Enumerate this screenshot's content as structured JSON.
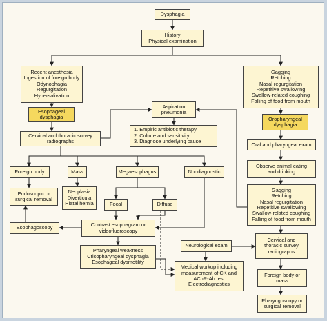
{
  "nodes": {
    "dysphagia": [
      "Dysphagia"
    ],
    "history": [
      "History",
      "Physical examination"
    ],
    "left_signs": [
      "Recent anesthesia",
      "Ingestion of foreign body",
      "Odynophagia",
      "Regurgitation",
      "Hypersalivation"
    ],
    "right_signs": [
      "Gagging",
      "Retching",
      "Nasal regurgitation",
      "Repetitive swallowing",
      "Swallow-related coughing",
      "Falling of food from mouth"
    ],
    "esophageal": [
      "Esophageal",
      "dysphagia"
    ],
    "aspiration": [
      "Aspiration",
      "pneumonia"
    ],
    "aspiration_tx": [
      "1. Empiric antibiotic therapy",
      "2. Culture and sensitivity",
      "3. Diagnose underlying cause"
    ],
    "oropharyngeal": [
      "Oropharyngeal",
      "dysphagia"
    ],
    "cervical_survey": [
      "Cervical and thoracic survey",
      "radiographs"
    ],
    "oral_exam": [
      "Oral and pharyngeal exam"
    ],
    "observe": [
      "Observe animal eating",
      "and drinking"
    ],
    "foreign_body": [
      "Foreign body"
    ],
    "mass": [
      "Mass"
    ],
    "megaesophagus": [
      "Megaesophagus"
    ],
    "nondiagnostic": [
      "Nondiagnostic"
    ],
    "right_signs2": [
      "Gagging",
      "Retching",
      "Nasal regurgitation",
      "Repetitive swallowing",
      "Swallow-related coughing",
      "Falling of food from mouth"
    ],
    "endoscopic": [
      "Endoscopic or",
      "surgical removal"
    ],
    "neoplasia": [
      "Neoplasia",
      "Diverticula",
      "Hiatal hernia"
    ],
    "focal": [
      "Focal"
    ],
    "diffuse": [
      "Diffuse"
    ],
    "esophagoscopy": [
      "Esophagoscopy"
    ],
    "contrast": [
      "Contrast esophagram or",
      "videofluoroscopy"
    ],
    "neuro_exam": [
      "Neurological exam"
    ],
    "cervical_survey2": [
      "Cervical and",
      "thoracic survey",
      "radiographs"
    ],
    "pharyngeal_weakness": [
      "Pharyngeal weakness",
      "Cricopharyngeal dysphagia",
      "Esophageal dysmotility"
    ],
    "medical_workup": [
      "Medical workup including",
      "measurement of CK and",
      "AChR-Ab test",
      "Electrodiagnostics"
    ],
    "fb_mass": [
      "Foreign body or",
      "mass"
    ],
    "pharyngoscopy": [
      "Pharyngoscopy or",
      "surgical removal"
    ]
  },
  "colors": {
    "box_fill": "#fdf5d2",
    "highlight_fill": "#f5d85e",
    "border": "#444444",
    "background": "#fbf8ef",
    "outer": "#c9d4df"
  },
  "edges": [
    [
      "dysphagia",
      "history"
    ],
    [
      "history",
      "left_signs"
    ],
    [
      "history",
      "right_signs"
    ],
    [
      "left_signs",
      "esophageal"
    ],
    [
      "esophageal",
      "cervical_survey"
    ],
    [
      "cervical_survey",
      "aspiration"
    ],
    [
      "aspiration",
      "aspiration_tx"
    ],
    [
      "cervical_survey",
      "foreign_body"
    ],
    [
      "cervical_survey",
      "mass"
    ],
    [
      "cervical_survey",
      "megaesophagus"
    ],
    [
      "cervical_survey",
      "nondiagnostic"
    ],
    [
      "foreign_body",
      "endoscopic"
    ],
    [
      "mass",
      "neoplasia"
    ],
    [
      "megaesophagus",
      "focal"
    ],
    [
      "megaesophagus",
      "diffuse"
    ],
    [
      "endoscopic",
      "esophagoscopy"
    ],
    [
      "focal",
      "contrast"
    ],
    [
      "diffuse",
      "contrast"
    ],
    [
      "nondiagnostic",
      "contrast"
    ],
    [
      "contrast",
      "esophagoscopy"
    ],
    [
      "contrast",
      "pharyngeal_weakness"
    ],
    [
      "pharyngeal_weakness",
      "medical_workup"
    ],
    [
      "diffuse",
      "medical_workup"
    ],
    [
      "neuro_exam",
      "medical_workup"
    ],
    [
      "right_signs",
      "oropharyngeal"
    ],
    [
      "oropharyngeal",
      "oral_exam"
    ],
    [
      "oral_exam",
      "observe"
    ],
    [
      "observe",
      "right_signs2"
    ],
    [
      "right_signs2",
      "cervical_survey2"
    ],
    [
      "cervical_survey2",
      "neuro_exam"
    ],
    [
      "cervical_survey2",
      "fb_mass"
    ],
    [
      "fb_mass",
      "pharyngoscopy"
    ],
    [
      "right_signs2",
      "aspiration"
    ]
  ]
}
